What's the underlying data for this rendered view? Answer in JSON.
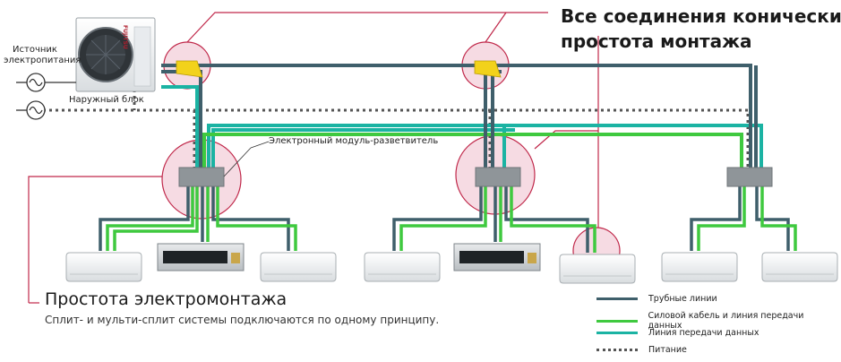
{
  "labels": {
    "power_source": "Источник электропитания",
    "outdoor_unit": "Наружный блок",
    "module": "Электронный модуль-разветвитель",
    "brand": "FUJITSU"
  },
  "headline": {
    "line1": "Все соединения конические:",
    "line2": "простота монтажа"
  },
  "bottom": {
    "title": "Простота электромонтажа",
    "subtitle": "Сплит- и мульти-сплит системы подключаются по одному принципу."
  },
  "legend": [
    {
      "label": "Трубные линии",
      "color": "#3f5f6b",
      "style": "solid"
    },
    {
      "label": "Силовой кабель и линия передачи данных",
      "color": "#3fc93f",
      "style": "solid"
    },
    {
      "label": "Линия передачи данных",
      "color": "#1bb3a3",
      "style": "solid"
    },
    {
      "label": "Питание",
      "color": "#555555",
      "style": "dotted"
    }
  ],
  "colors": {
    "pipe": "#3f5f6b",
    "power_data": "#3fc93f",
    "data": "#1bb3a3",
    "supply": "#555555",
    "callout": "#c0284a",
    "connector": "#f2d21b"
  }
}
